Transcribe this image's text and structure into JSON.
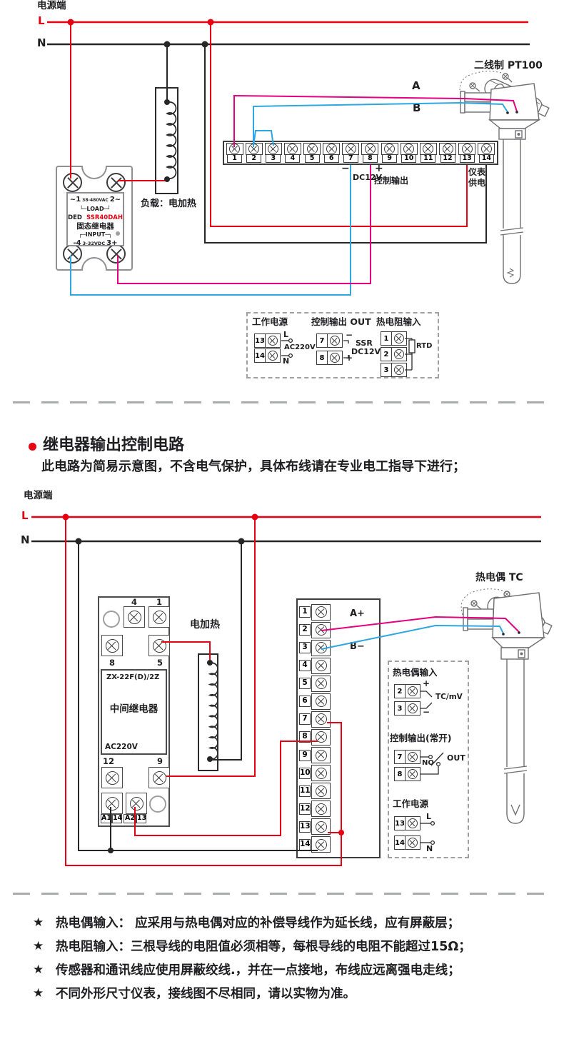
{
  "colors": {
    "live_red": "#e60012",
    "signal_magenta": "#e4007f",
    "signal_blue": "#2ea7e0",
    "neutral_black": "#262626",
    "ssr_model_red": "#e60012"
  },
  "section1": {
    "power_label": "电源端",
    "line_l": "L",
    "line_n": "N",
    "ssr": {
      "ac_left": "~1",
      "ac_range": "38-480VAC",
      "ac_right": "2~",
      "load_line": "└─LOAD─┘",
      "brand": "DED",
      "model": "SSR40DAH",
      "name": "固态继电器",
      "input_line": "┌─INPUT─┐",
      "dc_left": "-4",
      "dc_range": "3-32VDC",
      "dc_right": "3+"
    },
    "heater_label": "负载：电加热",
    "terminals": [
      "1",
      "2",
      "3",
      "4",
      "5",
      "6",
      "7",
      "8",
      "9",
      "10",
      "11",
      "12",
      "13",
      "14"
    ],
    "label_minus": "−",
    "label_dc12v": "DC12V",
    "label_plus": "+",
    "label_control_output": "控制输出",
    "label_meter_power_1": "仪表",
    "label_meter_power_2": "供电",
    "wire_a": "A",
    "wire_b": "B",
    "sensor_label": "二线制 PT100",
    "panel": {
      "working_power": {
        "title": "工作电源",
        "t13": "13",
        "t14": "14",
        "l": "L",
        "ac": "AC220V",
        "n": "N"
      },
      "control_output": {
        "title": "控制输出 OUT",
        "t7": "7",
        "t8": "8",
        "minus": "−",
        "plus": "+",
        "ssr": "SSR",
        "dc12v": "DC12V"
      },
      "rtd_input": {
        "title": "热电阻输入",
        "t1": "1",
        "t2": "2",
        "t3": "3",
        "rtd": "RTD"
      }
    }
  },
  "section2": {
    "heading": "继电器输出控制电路",
    "subheading": "此电路为简易示意图，不含电气保护，具体布线请在专业电工指导下进行；",
    "power_label": "电源端",
    "line_l": "L",
    "line_n": "N",
    "relay": {
      "t4": "4",
      "t1": "1",
      "t8": "8",
      "t5": "5",
      "model": "ZX-22F(D)/2Z",
      "name": "中间继电器",
      "voltage": "AC220V",
      "t12": "12",
      "t9": "9",
      "a1": "A1",
      "t14": "14",
      "a2": "A2",
      "t13": "13"
    },
    "heater_label": "电加热",
    "terminals": [
      "1",
      "2",
      "3",
      "4",
      "5",
      "6",
      "7",
      "8",
      "9",
      "10",
      "11",
      "12",
      "13",
      "14"
    ],
    "wire_a": "A+",
    "wire_b": "B−",
    "sensor_label": "热电偶 TC",
    "panel": {
      "tc_input": {
        "title": "热电偶输入",
        "t2": "2",
        "t3": "3",
        "plus": "+",
        "minus": "−",
        "label": "TC/mV"
      },
      "control_output": {
        "title": "控制输出(常开)",
        "t7": "7",
        "t8": "8",
        "no": "NO",
        "out": "OUT"
      },
      "working_power": {
        "title": "工作电源",
        "t13": "13",
        "t14": "14",
        "l": "L",
        "n": "N"
      }
    }
  },
  "notes": {
    "star": "★",
    "items": [
      "热电偶输入： 应采用与热电偶对应的补偿导线作为延长线，应有屏蔽层；",
      "热电阻输入：三根导线的电阻值必须相等，每根导线的电阻不能超过15Ω；",
      "传感器和通讯线应使用屏蔽绞线.，并在一点接地，布线应远离强电走线；",
      "不同外形尺寸仪表，接线图不尽相同，请以实物为准。"
    ]
  }
}
